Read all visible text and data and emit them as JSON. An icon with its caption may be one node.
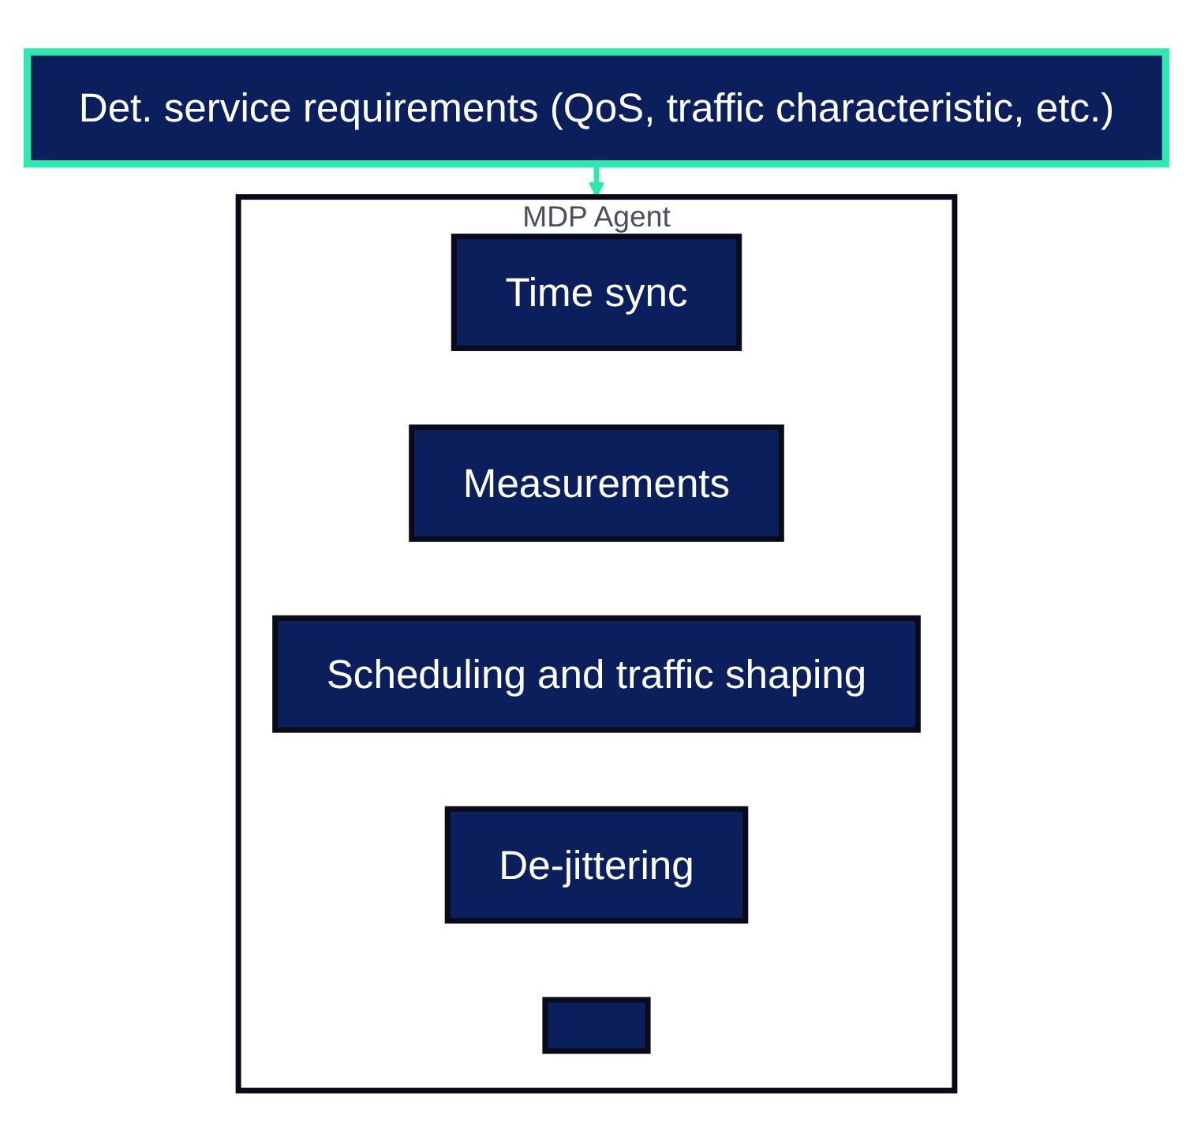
{
  "diagram": {
    "nodes": [
      {
        "text": [
          "Det. service requirements (QoS, traffic characteristic, etc.)"
        ]
      },
      {
        "text": [
          "MDP Agent"
        ]
      },
      {
        "text": [
          "Time sync"
        ],
        "in": 1
      },
      {
        "text": [
          "Measurements"
        ],
        "in": 1
      },
      {
        "text": [
          "Scheduling and traffic shaping"
        ],
        "in": 1
      },
      {
        "text": [
          "De-jittering"
        ],
        "in": 1
      },
      {
        "text": [],
        "shape": "box",
        "in": 1
      }
    ],
    "edges": [
      {
        "from": 0,
        "to": 1,
        "arrow": "to",
        "color": "#2ee8b0"
      }
    ]
  }
}
